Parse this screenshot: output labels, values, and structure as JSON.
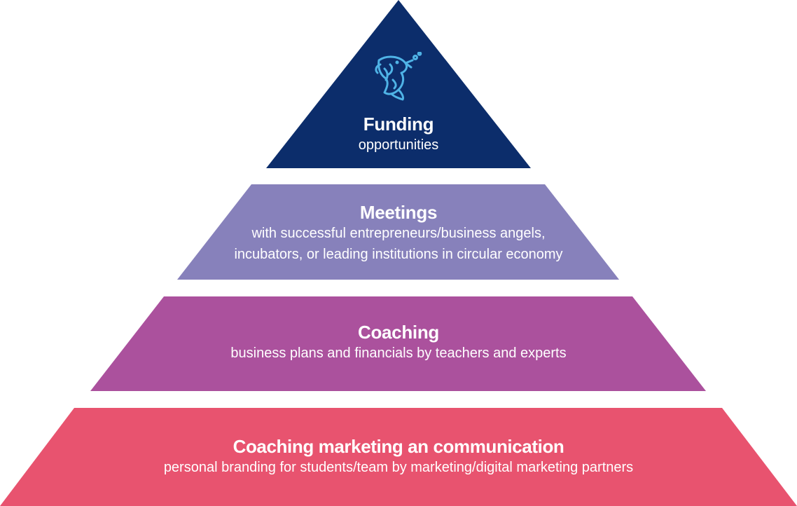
{
  "colors": {
    "funding": "#0c2d6b",
    "meetings": "#8781bb",
    "coaching": "#ab519d",
    "marketing": "#e8536f",
    "icon": "#4fb3e6"
  },
  "tiers": [
    {
      "title": "Funding",
      "description": "opportunities",
      "icon": "fish-icon"
    },
    {
      "title": "Meetings",
      "description": "with successful entrepreneurs/business angels,\nincubators, or leading institutions in circular economy"
    },
    {
      "title": "Coaching",
      "description": "business plans and financials by teachers and experts"
    },
    {
      "title": "Coaching marketing an communication",
      "description": "personal branding for students/team by marketing/digital marketing partners"
    }
  ]
}
